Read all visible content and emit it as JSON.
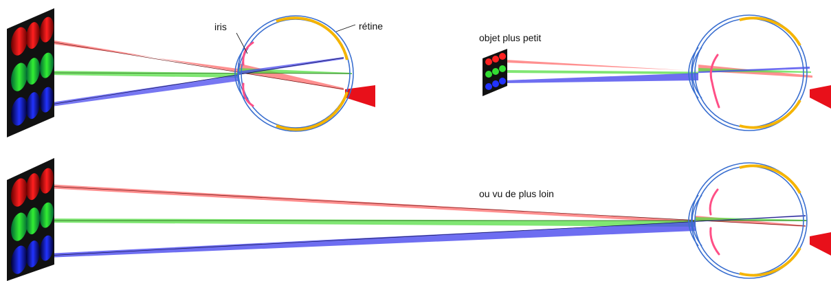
{
  "labels": {
    "iris": "iris",
    "retina": "rétine",
    "smaller_object": "objet plus petit",
    "farther": "ou vu de plus loin"
  },
  "colors": {
    "red_beam": "#ff6b6b",
    "green_beam": "#55dd44",
    "blue_beam": "#4a4aee",
    "eye_outline": "#3a6fd0",
    "retina": "#f5b400",
    "iris": "#ff4f86",
    "optic_nerve": "#e8101a"
  },
  "object_image": {
    "pattern_rows": [
      "red",
      "green",
      "blue"
    ],
    "pattern_columns": 3
  }
}
